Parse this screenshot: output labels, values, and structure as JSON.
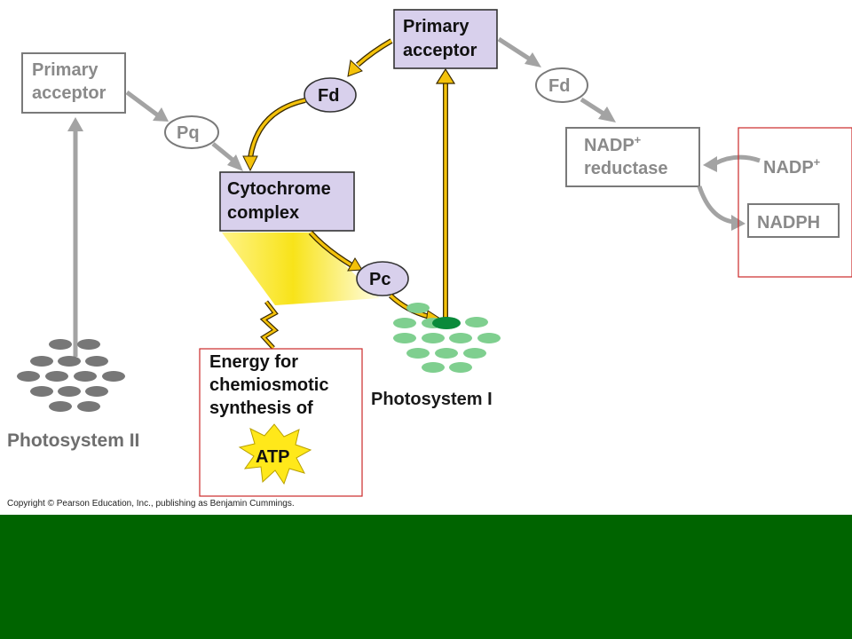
{
  "ps2": {
    "acceptor_line1": "Primary",
    "acceptor_line2": "acceptor",
    "pq": "Pq",
    "label": "Photosystem II"
  },
  "cytochrome": {
    "line1": "Cytochrome",
    "line2": "complex",
    "pc": "Pc"
  },
  "ps1": {
    "acceptor_line1": "Primary",
    "acceptor_line2": "acceptor",
    "fd_cyclic": "Fd",
    "fd_noncyclic": "Fd",
    "label": "Photosystem I"
  },
  "nadp": {
    "reductase_line1": "NADP",
    "reductase_sup": "+",
    "reductase_line2": "reductase",
    "input": "NADP",
    "input_sup": "+",
    "output": "NADPH"
  },
  "energy": {
    "line1": "Energy for",
    "line2": "chemiosmotic",
    "line3": "synthesis of",
    "atp": "ATP"
  },
  "copyright": "Copyright © Pearson Education, Inc., publishing as Benjamin Cummings.",
  "colors": {
    "footer_band": "#006400",
    "complex_fill": "#d8d0ec",
    "ps1_pigment": "#7fcf8f",
    "ps1_center": "#0a8a3a",
    "ps2_pigment": "#777777",
    "electron_flow": "#f4c20a",
    "highlight_box": "#cc2a2a"
  }
}
